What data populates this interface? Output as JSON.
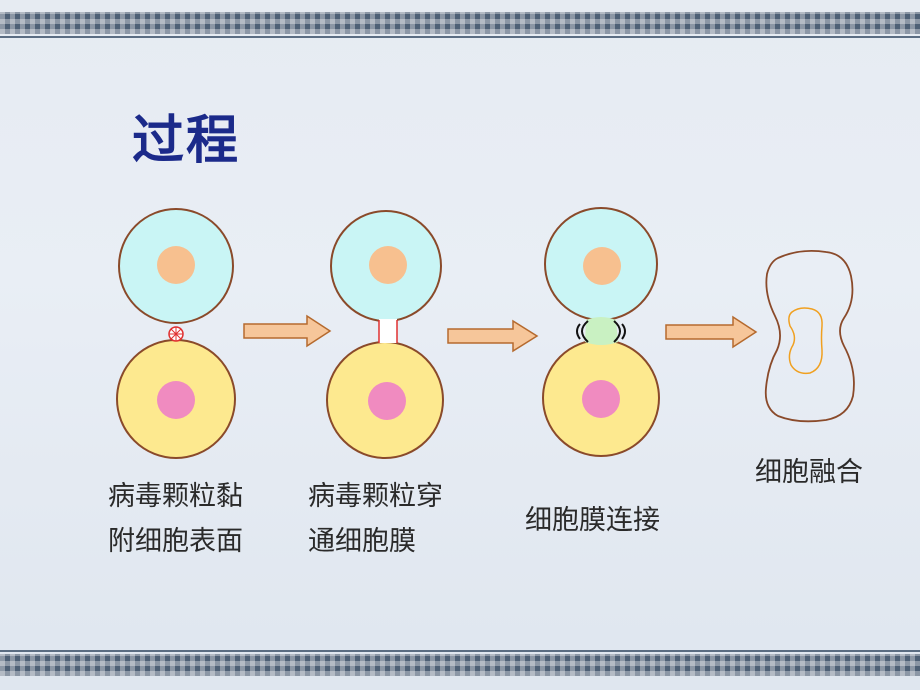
{
  "title": "过程",
  "stages": [
    {
      "line1": "病毒颗粒黏",
      "line2": "附细胞表面"
    },
    {
      "line1": "病毒颗粒穿",
      "line2": "通细胞膜"
    },
    {
      "line1": "细胞膜连接",
      "line2": ""
    },
    {
      "line1": "细胞融合",
      "line2": ""
    }
  ],
  "colors": {
    "title": "#1b2a8a",
    "top_cell_fill": "#c9f5f5",
    "top_nucleus": "#f7c08f",
    "bottom_cell_fill": "#fde98f",
    "bottom_nucleus": "#f08bc0",
    "cell_stroke": "#8a4a2a",
    "arrow_fill": "#f6c69a",
    "arrow_stroke": "#b56a2e",
    "fusion_zone": "#c9f1c2",
    "fused_outline": "#8a4a2a",
    "fused_inner": "#f0a020",
    "virus_red": "#e03030"
  },
  "icons": [
    "forward-arrow-icon"
  ]
}
